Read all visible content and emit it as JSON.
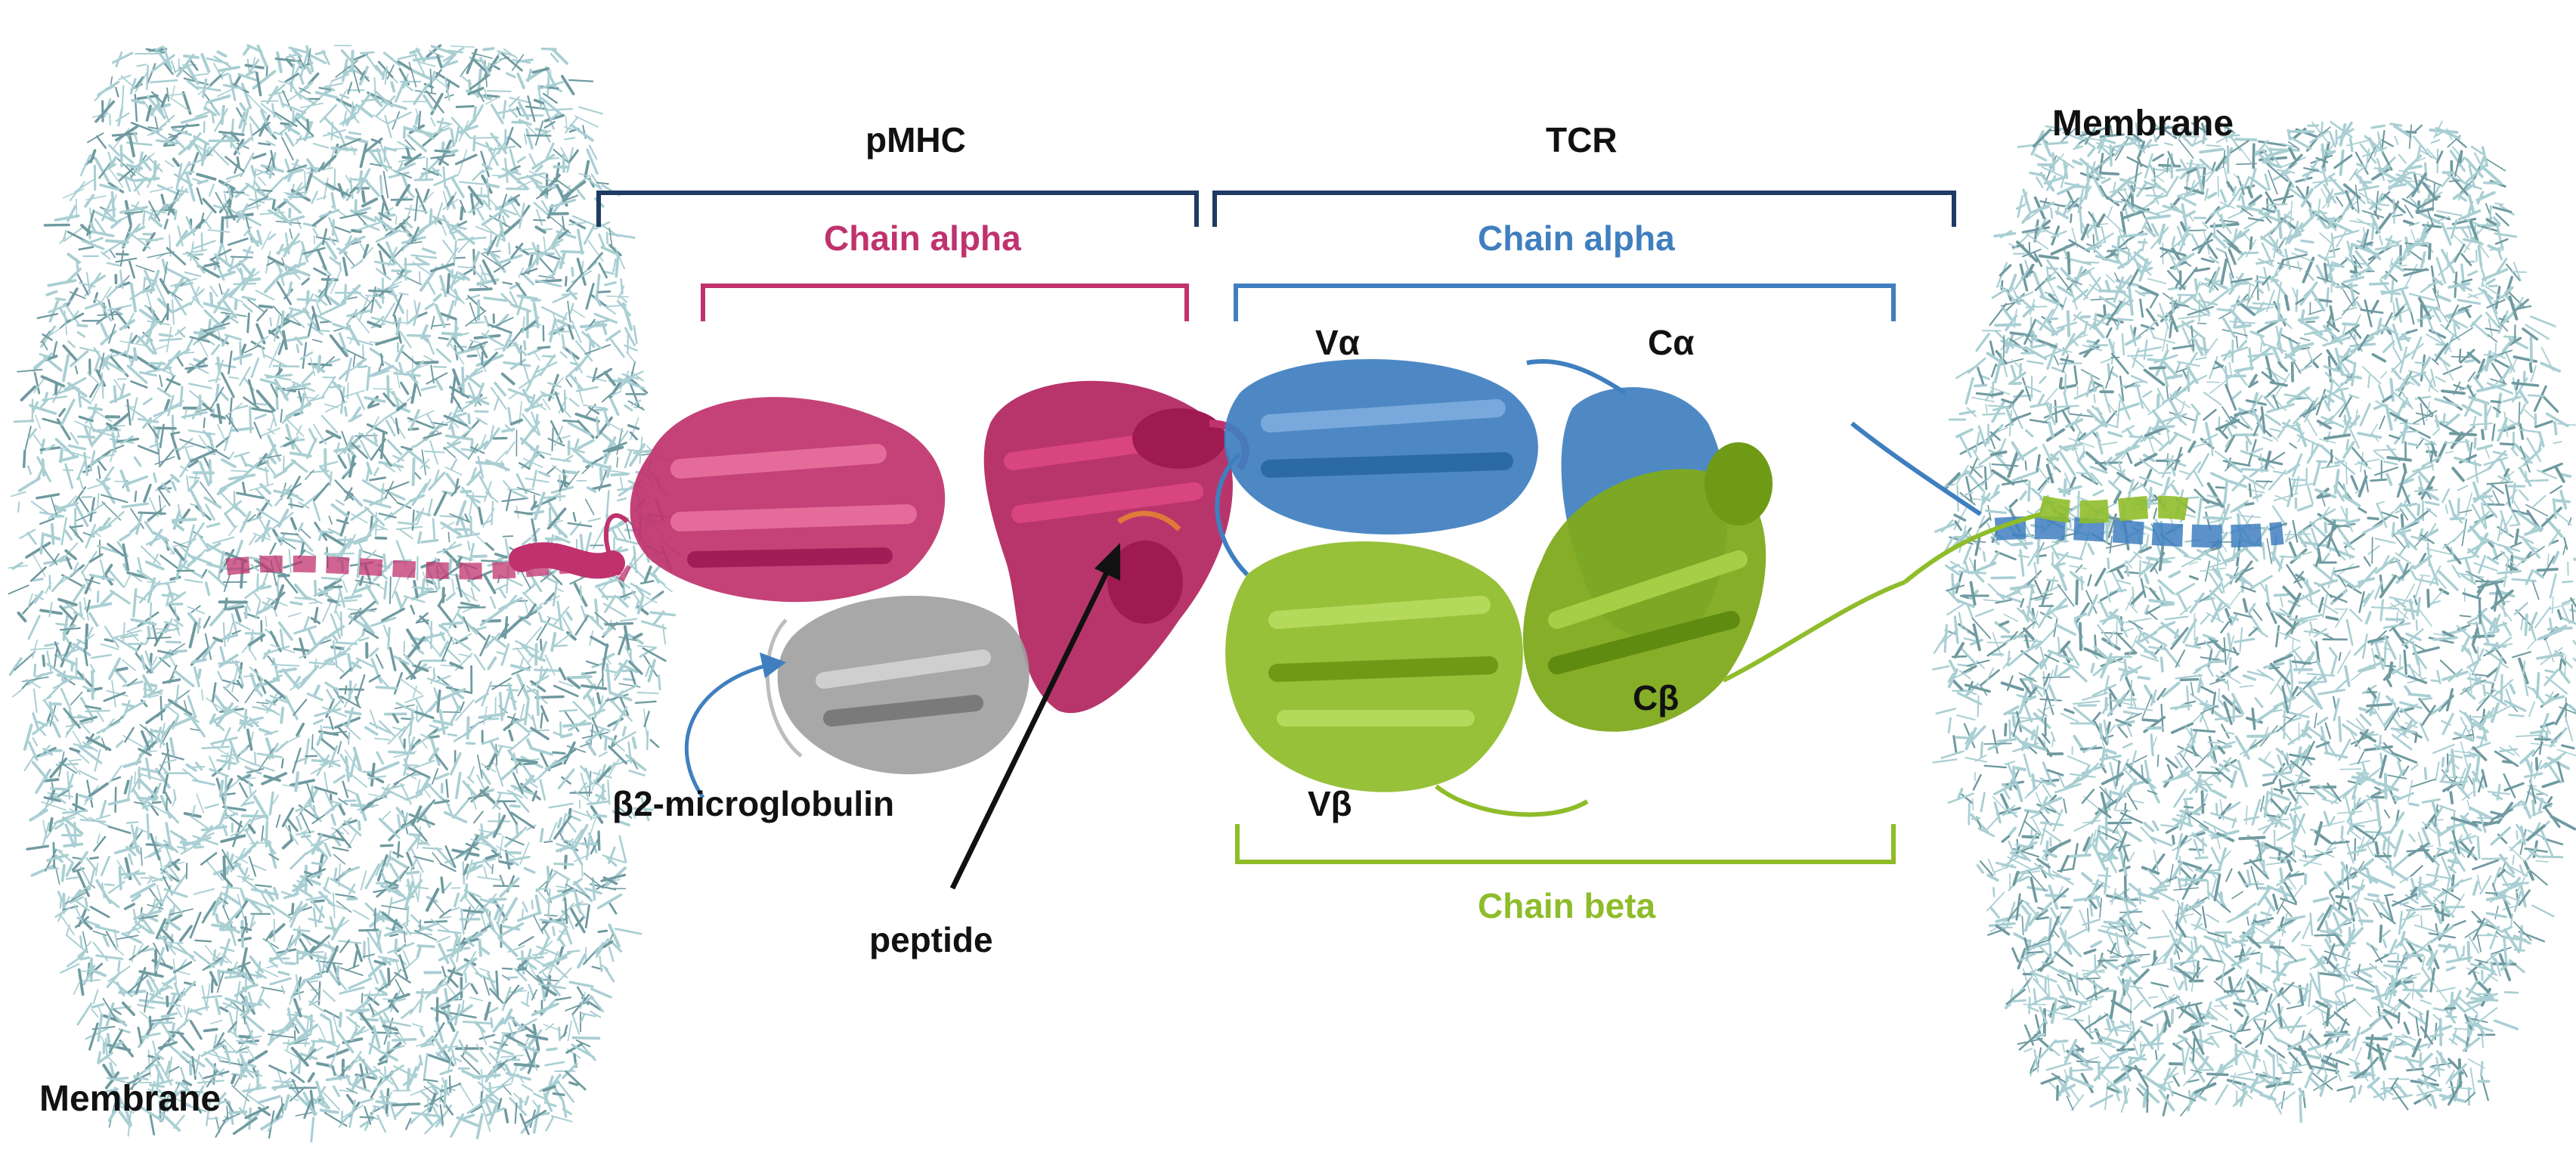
{
  "labels": {
    "membrane_left": "Membrane",
    "membrane_right": "Membrane",
    "pmhc": "pMHC",
    "tcr": "TCR",
    "mhc_chain_alpha": "Chain alpha",
    "tcr_chain_alpha": "Chain alpha",
    "tcr_chain_beta": "Chain beta",
    "v_alpha": "Vα",
    "c_alpha": "Cα",
    "v_beta": "Vβ",
    "c_beta": "Cβ",
    "b2m": "β2-microglobulin",
    "peptide": "peptide"
  },
  "colors": {
    "membrane": "#a9cfd3",
    "membrane_dark": "#6f9aa0",
    "mhc_alpha": "#c0326e",
    "b2m": "#9e9e9e",
    "tcr_alpha": "#3f7fbf",
    "tcr_beta": "#8fbc2a",
    "bracket_dark": "#1f3b63",
    "peptide": "#e07a3a"
  }
}
